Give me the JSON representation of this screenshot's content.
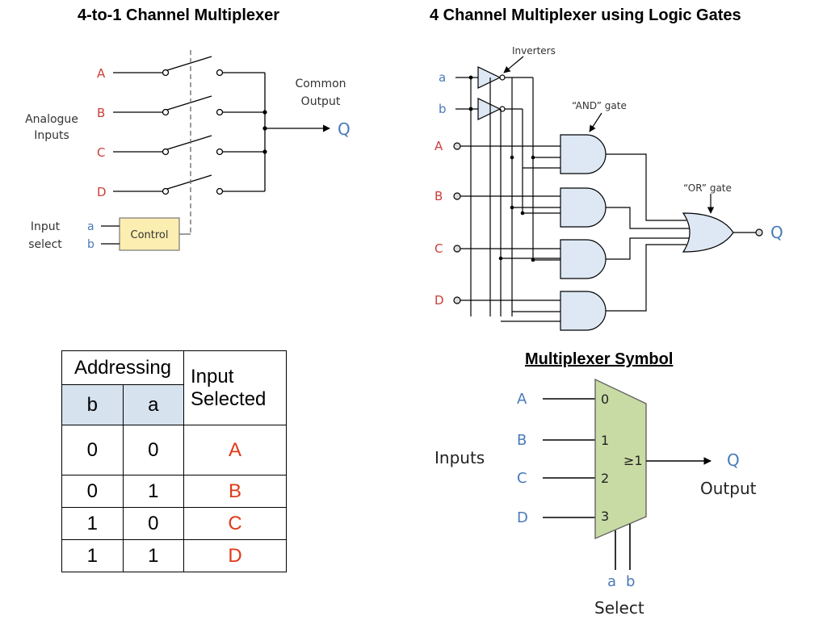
{
  "titles": {
    "switch_mux": "4-to-1 Channel Multiplexer",
    "gate_mux": "4 Channel Multiplexer using Logic Gates",
    "symbol": "Multiplexer Symbol"
  },
  "switch_diagram": {
    "inputs": [
      "A",
      "B",
      "C",
      "D"
    ],
    "analogue_label_1": "Analogue",
    "analogue_label_2": "Inputs",
    "common_label_1": "Common",
    "common_label_2": "Output",
    "output": "Q",
    "input_select_1": "Input",
    "input_select_2": "select",
    "select_lines": [
      "a",
      "b"
    ],
    "control": "Control"
  },
  "gate_diagram": {
    "select_inputs": [
      "a",
      "b"
    ],
    "data_inputs": [
      "A",
      "B",
      "C",
      "D"
    ],
    "inverters_label": "Inverters",
    "and_label": "“AND” gate",
    "or_label": "“OR” gate",
    "output": "Q"
  },
  "truth_table": {
    "header_addressing": "Addressing",
    "header_input_selected_1": "Input",
    "header_input_selected_2": "Selected",
    "header_b": "b",
    "header_a": "a",
    "rows": [
      {
        "b": "0",
        "a": "0",
        "sel": "A"
      },
      {
        "b": "0",
        "a": "1",
        "sel": "B"
      },
      {
        "b": "1",
        "a": "0",
        "sel": "C"
      },
      {
        "b": "1",
        "a": "1",
        "sel": "D"
      }
    ]
  },
  "symbol": {
    "inputs_label": "Inputs",
    "inputs": [
      "A",
      "B",
      "C",
      "D"
    ],
    "pins": [
      "0",
      "1",
      "2",
      "3"
    ],
    "op": "≥1",
    "output": "Q",
    "output_label": "Output",
    "select_lines": [
      "a",
      "b"
    ],
    "select_label": "Select"
  },
  "colors": {
    "red_label": "#c8403a",
    "blue_label": "#4a7ab8",
    "control_fill": "#fbeeb0",
    "gate_fill": "#dde8f4",
    "mux_fill": "#c8dba4",
    "table_header": "#d6e2ee",
    "table_selected": "#e03a1a"
  }
}
